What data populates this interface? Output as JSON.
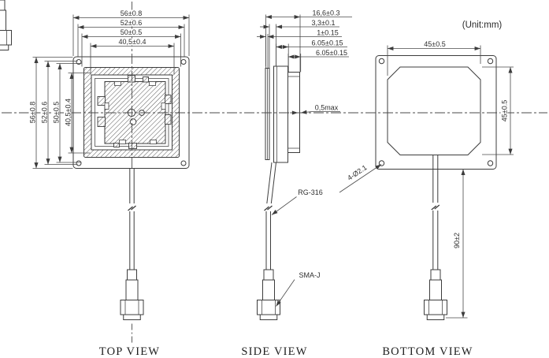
{
  "style": {
    "ink": "#3c3c3c",
    "paper": "#ffffff"
  },
  "unit_note": "(Unit:mm)",
  "view_labels": {
    "top": "TOP VIEW",
    "side": "SIDE VIEW",
    "bottom": "BOTTOM VIEW"
  },
  "top_view": {
    "width_dims": [
      "56±0.8",
      "52±0.6",
      "50±0.5",
      "40,5±0.4"
    ],
    "height_dims": [
      "56±0.8",
      "52±0.6",
      "50±0.5",
      "40,5±0.4"
    ]
  },
  "side_view": {
    "depth_dims": [
      "16,6±0.3",
      "3,3±0.1",
      "1±0.15",
      "6.05±0.15",
      "6.05±0.15"
    ],
    "gap_dim": "0,5max",
    "cable_type": "RG-316",
    "connector_type": "SMA-J"
  },
  "bottom_view": {
    "element_width": "45±0.5",
    "element_height": "45±0.5",
    "cable_length": "90±2",
    "mounting_holes": "4-Ø2.1"
  }
}
